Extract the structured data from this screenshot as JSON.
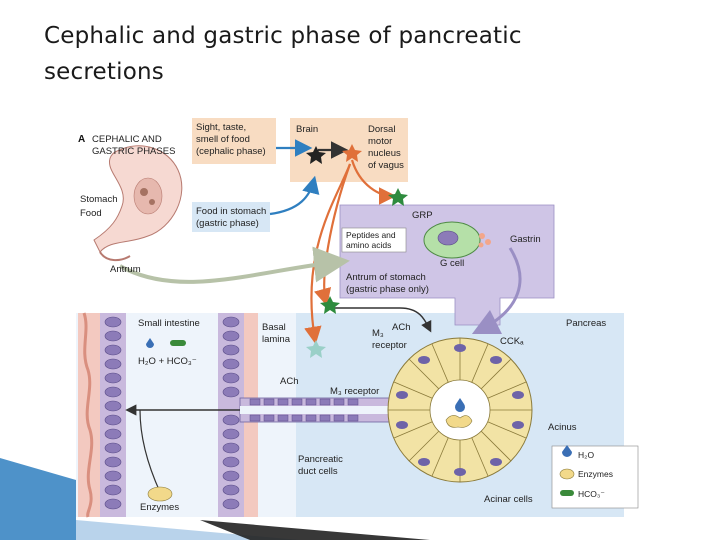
{
  "slide": {
    "title": "Cephalic and gastric phase of pancreatic secretions"
  },
  "figure": {
    "panel_letter": "A",
    "phase_line1": "CEPHALIC AND",
    "phase_line2": "GASTRIC PHASES",
    "sight_lines": [
      "Sight, taste,",
      "smell of food",
      "(cephalic phase)"
    ],
    "brain": "Brain",
    "dorsal_lines": [
      "Dorsal",
      "motor",
      "nucleus",
      "of vagus"
    ],
    "stomach": "Stomach",
    "food": "Food",
    "food_stomach_lines": [
      "Food in stomach",
      "(gastric phase)"
    ],
    "antrum": "Antrum",
    "grp": "GRP",
    "peptides_lines": [
      "Peptides and",
      "amino acids"
    ],
    "gastrin": "Gastrin",
    "gcell": "G cell",
    "antrum_stomach_lines": [
      "Antrum of stomach",
      "(gastric phase only)"
    ],
    "small_intestine": "Small intestine",
    "basal_lines": [
      "Basal",
      "lamina"
    ],
    "ach_1": "ACh",
    "m3_label": "M₃",
    "receptor": "receptor",
    "ach_2": "ACh",
    "m3_receptor": "M₃ receptor",
    "cck": "CCKₐ",
    "pancreas": "Pancreas",
    "h2o_hco3": "H₂O + HCO₃⁻",
    "acinus": "Acinus",
    "duct_lines": [
      "Pancreatic",
      "duct cells"
    ],
    "enzymes": "Enzymes",
    "acinar": "Acinar cells",
    "legend": [
      {
        "label": "H₂O",
        "icon": "water-drop-icon",
        "color": "#3a6fb5"
      },
      {
        "label": "Enzymes",
        "icon": "enzyme-blob-icon",
        "color": "#f2d98a"
      },
      {
        "label": "HCO₃⁻",
        "icon": "bicarbonate-pill-icon",
        "color": "#3a8a3a"
      }
    ]
  }
}
